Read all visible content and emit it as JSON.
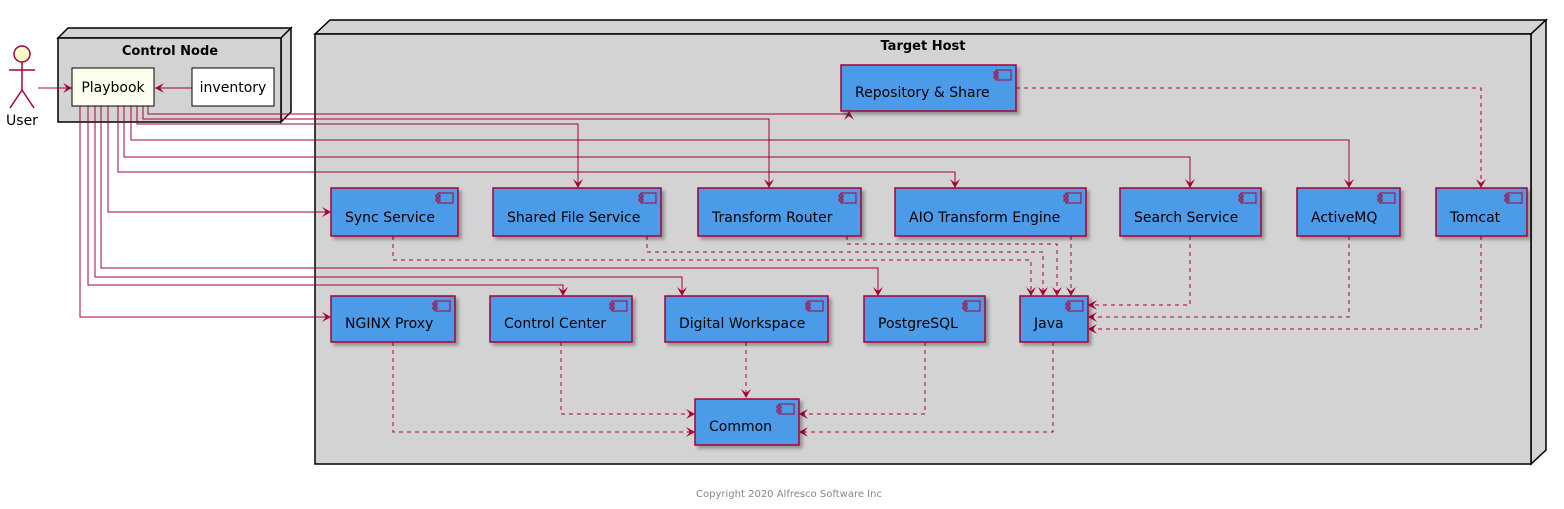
{
  "actor": {
    "label": "User"
  },
  "nodes": {
    "control_node": {
      "title": "Control Node"
    },
    "target_host": {
      "title": "Target Host"
    }
  },
  "control": {
    "playbook": "Playbook",
    "inventory": "inventory"
  },
  "components": {
    "repository": "Repository & Share",
    "sync": "Sync Service",
    "sfs": "Shared File Service",
    "router": "Transform Router",
    "aio": "AIO Transform Engine",
    "search": "Search Service",
    "activemq": "ActiveMQ",
    "tomcat": "Tomcat",
    "nginx": "NGINX Proxy",
    "control_center": "Control Center",
    "digital_workspace": "Digital Workspace",
    "postgres": "PostgreSQL",
    "java": "Java",
    "common": "Common"
  },
  "footer": "Copyright 2020 Alfresco Software Inc",
  "colors": {
    "component_fill": "#4C9BE8",
    "border": "#A80036",
    "node_fill": "#D3D3D3",
    "actor_fill": "#FEFECE",
    "playbook_fill": "#FEFEEE"
  }
}
